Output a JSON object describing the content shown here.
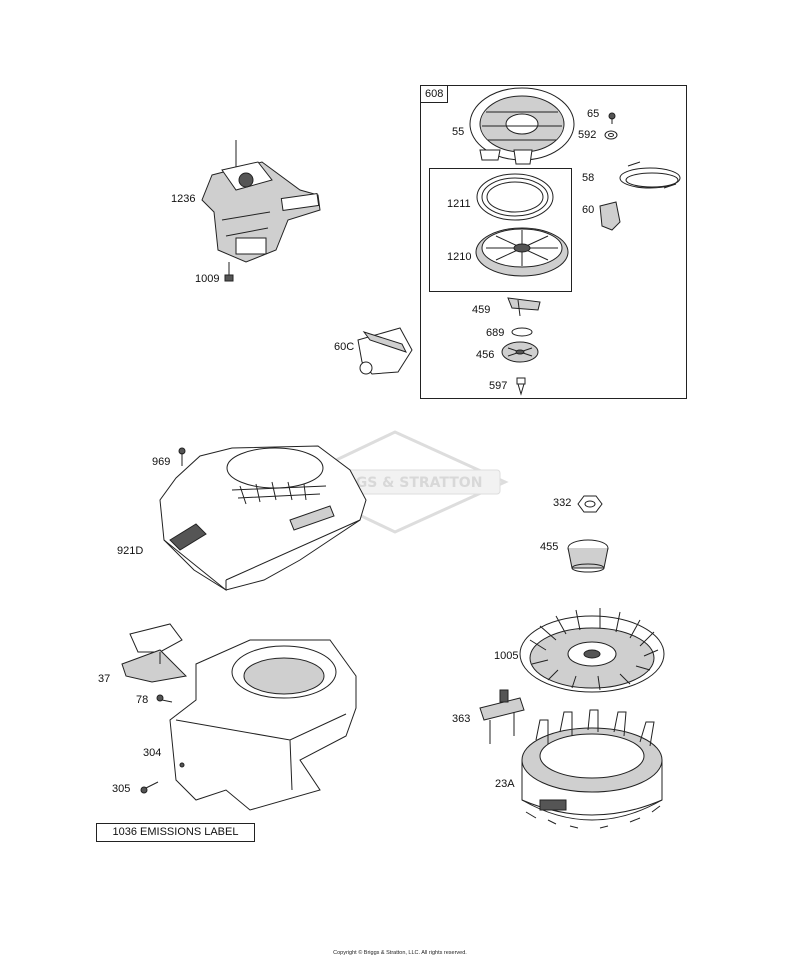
{
  "watermark": {
    "brand": "BRIGGS & STRATTON"
  },
  "kit_box": {
    "number": "608"
  },
  "subkit_box": {},
  "labels": [
    {
      "id": "1236",
      "text": "1236"
    },
    {
      "id": "1009",
      "text": "1009"
    },
    {
      "id": "60c",
      "text": "60C"
    },
    {
      "id": "55",
      "text": "55"
    },
    {
      "id": "65",
      "text": "65"
    },
    {
      "id": "592",
      "text": "592"
    },
    {
      "id": "58",
      "text": "58"
    },
    {
      "id": "60",
      "text": "60"
    },
    {
      "id": "1211",
      "text": "1211"
    },
    {
      "id": "1210",
      "text": "1210"
    },
    {
      "id": "459",
      "text": "459"
    },
    {
      "id": "689",
      "text": "689"
    },
    {
      "id": "456",
      "text": "456"
    },
    {
      "id": "597",
      "text": "597"
    },
    {
      "id": "969",
      "text": "969"
    },
    {
      "id": "921d",
      "text": "921D"
    },
    {
      "id": "332",
      "text": "332"
    },
    {
      "id": "455",
      "text": "455"
    },
    {
      "id": "1005",
      "text": "1005"
    },
    {
      "id": "37",
      "text": "37"
    },
    {
      "id": "78",
      "text": "78"
    },
    {
      "id": "304",
      "text": "304"
    },
    {
      "id": "305",
      "text": "305"
    },
    {
      "id": "363",
      "text": "363"
    },
    {
      "id": "23a",
      "text": "23A"
    }
  ],
  "emissions_label": "1036 EMISSIONS LABEL",
  "copyright": "Copyright © Briggs & Stratton, LLC. All rights reserved."
}
